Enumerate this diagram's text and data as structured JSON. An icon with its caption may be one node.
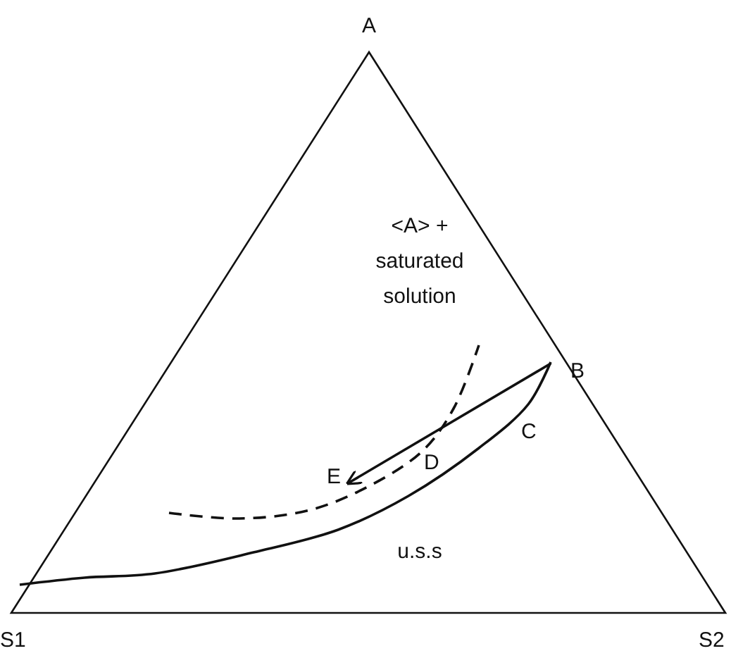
{
  "diagram": {
    "nodes": [
      {
        "text": [
          "B"
        ]
      },
      {
        "text": [
          "E"
        ]
      }
    ],
    "edges": [
      {
        "from": 0,
        "to": 1,
        "arrow": "to"
      }
    ],
    "labels": [
      "A",
      "<A> + saturated solution",
      "C",
      "D",
      "u.s.s",
      "S1",
      "S2"
    ]
  }
}
